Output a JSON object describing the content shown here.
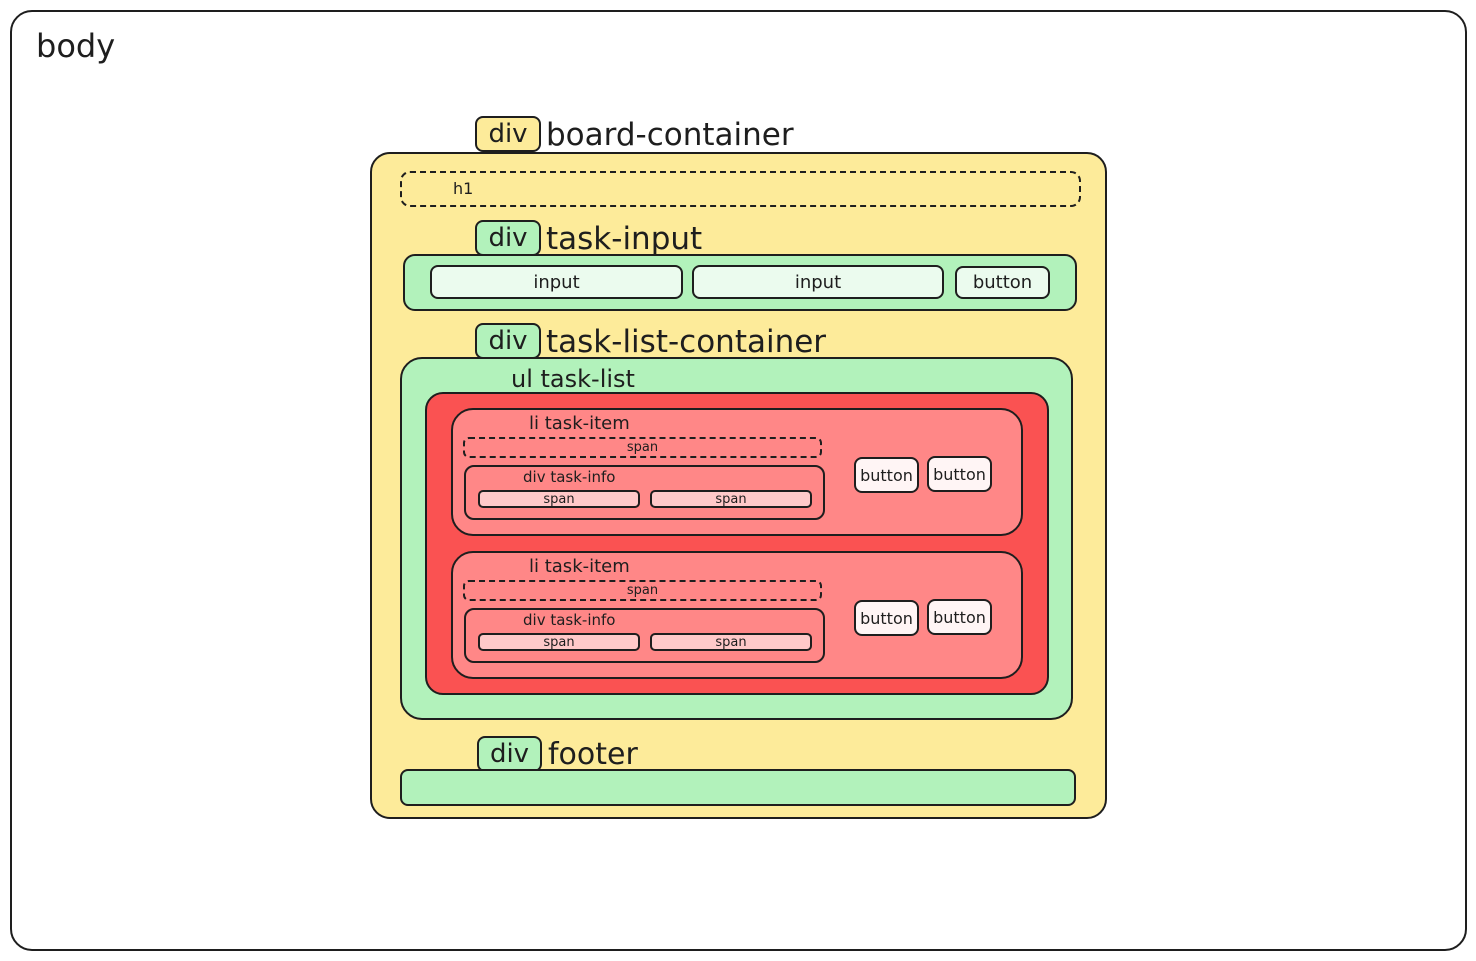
{
  "body_label": "body",
  "board": {
    "tag": "div",
    "name": "board-container",
    "fill": "#fdeb9a"
  },
  "h1": {
    "label": "h1"
  },
  "task_input": {
    "tag": "div",
    "name": "task-input",
    "fill": "#b2f2bb",
    "input_1": "input",
    "input_2": "input",
    "button": "button"
  },
  "task_list_container": {
    "tag": "div",
    "name": "task-list-container",
    "fill": "#b2f2bb"
  },
  "task_list": {
    "label": "ul task-list",
    "fill": "#fa5252"
  },
  "task_items": [
    {
      "label": "li task-item",
      "span": "span",
      "info_label": "div task-info",
      "info_spans": [
        "span",
        "span"
      ],
      "buttons": [
        "button",
        "button"
      ]
    },
    {
      "label": "li task-item",
      "span": "span",
      "info_label": "div task-info",
      "info_spans": [
        "span",
        "span"
      ],
      "buttons": [
        "button",
        "button"
      ]
    }
  ],
  "footer": {
    "tag": "div",
    "name": "footer",
    "fill": "#b2f2bb"
  }
}
